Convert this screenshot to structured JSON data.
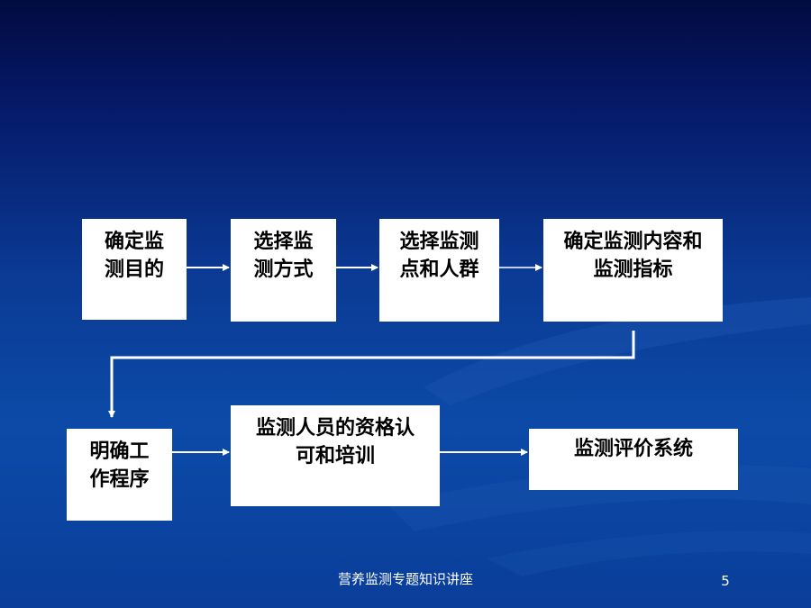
{
  "flow": {
    "step1": [
      "确定监",
      "测目的"
    ],
    "step2": [
      "选择监",
      "测方式"
    ],
    "step3": [
      "选择监测",
      "点和人群"
    ],
    "step4": [
      "确定监测内容和",
      "监测指标"
    ],
    "step5": [
      "明确工",
      "作程序"
    ],
    "step6": [
      "监测人员的资格认",
      "可和培训"
    ],
    "step7": [
      "监测评价系统"
    ]
  },
  "footer": {
    "title": "营养监测专题知识讲座",
    "page_number": "5"
  },
  "colors": {
    "background_top": "#020b40",
    "background_bottom": "#0c4aa8",
    "box_fill": "#ffffff",
    "arrow": "#ffffff"
  }
}
